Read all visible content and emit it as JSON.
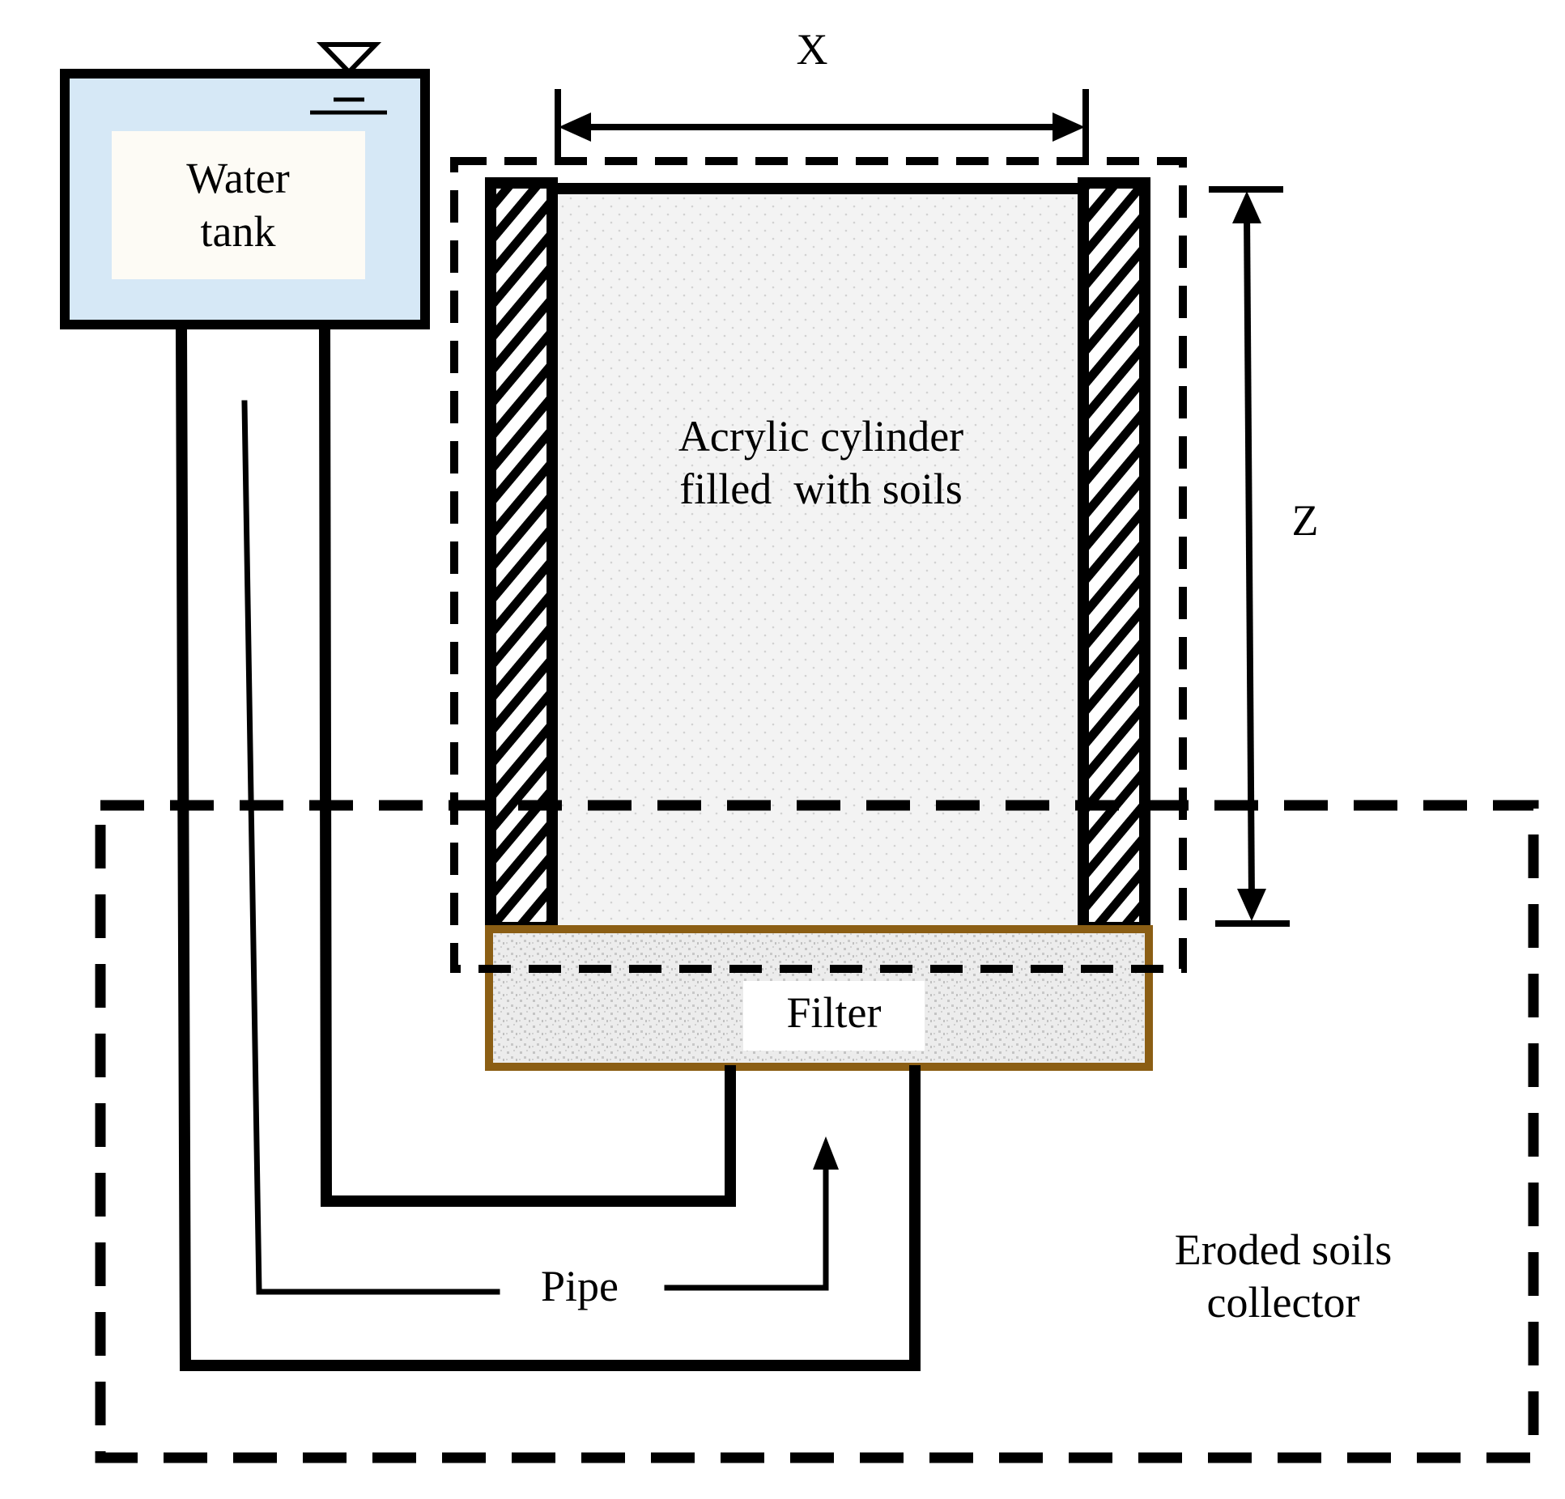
{
  "labels": {
    "water_tank": [
      "Water",
      "tank"
    ],
    "cylinder": [
      "Acrylic cylinder",
      "filled  with soils"
    ],
    "filter": "Filter",
    "pipe": "Pipe",
    "collector": [
      "Eroded soils",
      "collector"
    ],
    "width_dim": "X",
    "height_dim": "Z"
  },
  "colors": {
    "line": "#000000",
    "tank_fill": "#d6e8f6",
    "tank_label_fill": "#fdfbf5",
    "soil_fill": "#f3f3f3",
    "soil_dot": "#d2d2d2",
    "filter_border": "#8b5e14",
    "filter_fill": "#ededed",
    "background": "#ffffff"
  }
}
